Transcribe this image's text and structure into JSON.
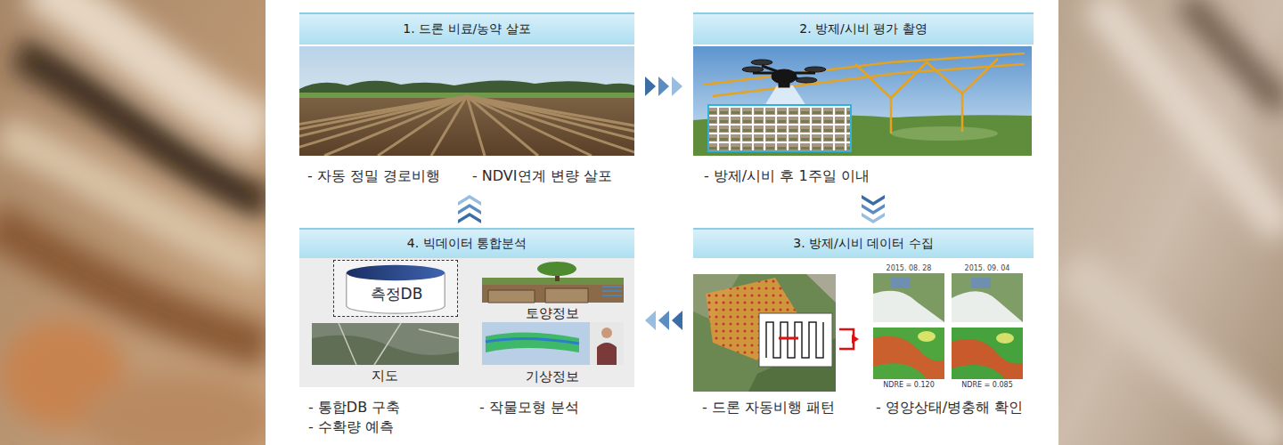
{
  "diagram": {
    "nodes": [
      {
        "text": [
          "1. 드론 비료/농약 살포",
          "- 자동 정밀 경로비행",
          "- NDVI연계 변량 살포"
        ]
      },
      {
        "text": [
          "2. 방제/시비 평가 촬영",
          "- 방제/시비 후 1주일 이내"
        ]
      },
      {
        "text": [
          "3. 방제/시비 데이터 수집",
          "- 드론 자동비행 패턴",
          "- 영양상태/병충해 확인"
        ]
      },
      {
        "text": [
          "4. 빅데이터 통합분석",
          "- 통합DB 구축",
          "- 작물모형 분석",
          "- 수확량 예측"
        ]
      },
      {
        "text": [
          "측정DB"
        ],
        "in": 3
      }
    ],
    "edges": [
      {
        "from": 0,
        "to": 1,
        "arrow": "to"
      },
      {
        "from": 1,
        "to": 2,
        "arrow": "to"
      },
      {
        "from": 2,
        "to": 3,
        "arrow": "to"
      },
      {
        "from": 3,
        "to": 0,
        "arrow": "to"
      }
    ],
    "labels": [
      "토양정보",
      "지도",
      "기상정보",
      "2015. 08. 28",
      "2015. 09. 04",
      "NDRE = 0.120",
      "NDRE = 0.085"
    ]
  }
}
